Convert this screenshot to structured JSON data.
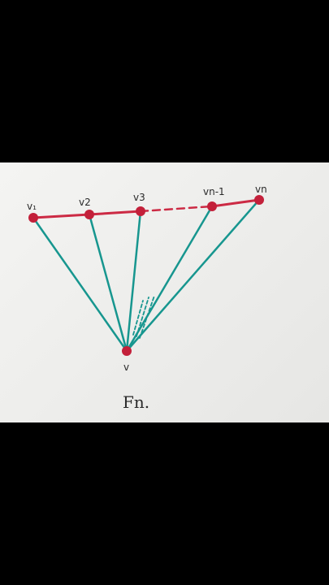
{
  "colors": {
    "background": "#000000",
    "paper": "#f0f0ee",
    "path_edge": "#cc2a44",
    "spoke_edge": "#17968f",
    "vertex_fill": "#c3203a",
    "ink": "#2a2a2a"
  },
  "labels": {
    "v1": "v₁",
    "v2": "v2",
    "v3": "v3",
    "vn_minus_1": "vn-1",
    "vn": "vn",
    "hub": "v"
  },
  "caption": "Fn."
}
